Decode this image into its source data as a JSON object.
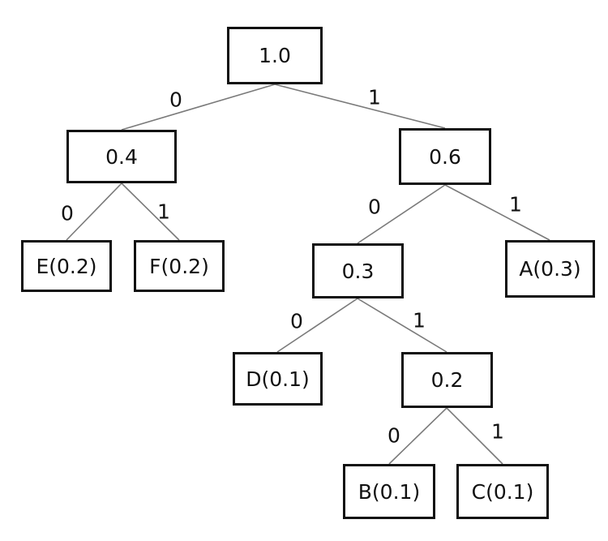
{
  "tree": {
    "label": "1.0",
    "children": [
      {
        "edge": "0",
        "label": "0.4",
        "children": [
          {
            "edge": "0",
            "label": "E(0.2)"
          },
          {
            "edge": "1",
            "label": "F(0.2)"
          }
        ]
      },
      {
        "edge": "1",
        "label": "0.6",
        "children": [
          {
            "edge": "0",
            "label": "0.3",
            "children": [
              {
                "edge": "0",
                "label": "D(0.1)"
              },
              {
                "edge": "1",
                "label": "0.2",
                "children": [
                  {
                    "edge": "0",
                    "label": "B(0.1)"
                  },
                  {
                    "edge": "1",
                    "label": "C(0.1)"
                  }
                ]
              }
            ]
          },
          {
            "edge": "1",
            "label": "A(0.3)"
          }
        ]
      }
    ]
  },
  "colors": {
    "box_border": "#111111",
    "edge_line": "#7a7a7a",
    "background": "#ffffff"
  }
}
